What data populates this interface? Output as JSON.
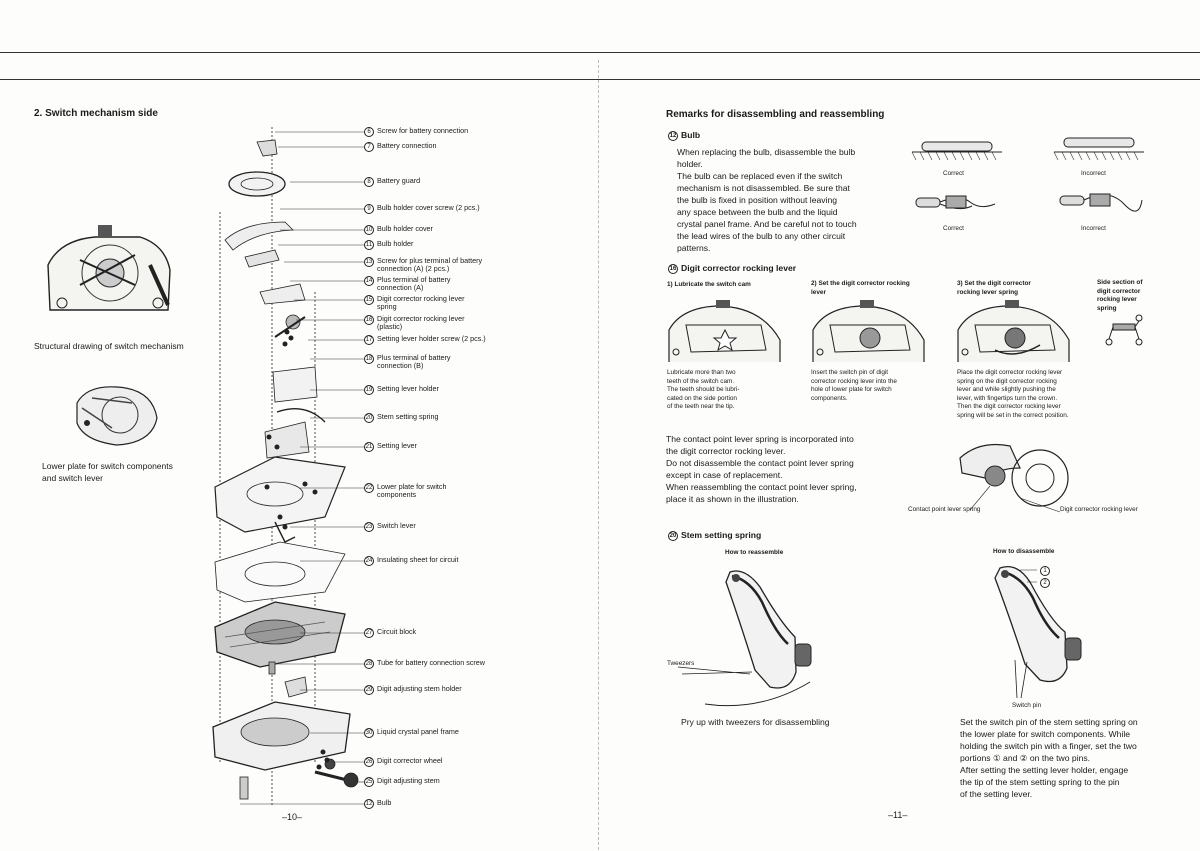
{
  "left_page": {
    "section_title": "2. Switch mechanism side",
    "structural_caption": "Structural drawing of switch mechanism",
    "lower_plate_caption": "Lower plate for switch components\nand switch lever",
    "page_number": "–10–",
    "callouts": [
      {
        "num": "6",
        "text": "Screw for battery connection"
      },
      {
        "num": "7",
        "text": "Battery connection"
      },
      {
        "num": "8",
        "text": "Battery guard"
      },
      {
        "num": "9",
        "text": "Bulb holder cover screw (2 pcs.)"
      },
      {
        "num": "10",
        "text": "Bulb holder cover"
      },
      {
        "num": "11",
        "text": "Bulb holder"
      },
      {
        "num": "13",
        "text": "Screw for plus terminal of battery\nconnection (A) (2 pcs.)"
      },
      {
        "num": "14",
        "text": "Plus terminal of battery\nconnection (A)"
      },
      {
        "num": "15",
        "text": "Digit corrector rocking lever\nspring"
      },
      {
        "num": "16",
        "text": "Digit corrector rocking lever\n(plastic)"
      },
      {
        "num": "17",
        "text": "Setting lever holder screw (2 pcs.)"
      },
      {
        "num": "18",
        "text": "Plus terminal of battery\nconnection (B)"
      },
      {
        "num": "19",
        "text": "Setting lever holder"
      },
      {
        "num": "20",
        "text": "Stem setting spring"
      },
      {
        "num": "21",
        "text": "Setting lever"
      },
      {
        "num": "22",
        "text": "Lower plate for switch\ncomponents"
      },
      {
        "num": "23",
        "text": "Switch lever"
      },
      {
        "num": "24",
        "text": "Insulating sheet for circuit"
      },
      {
        "num": "27",
        "text": "Circuit block"
      },
      {
        "num": "28",
        "text": "Tube for battery connection screw"
      },
      {
        "num": "29",
        "text": "Digit adjusting stem holder"
      },
      {
        "num": "30",
        "text": "Liquid crystal panel frame"
      },
      {
        "num": "26",
        "text": "Digit corrector wheel"
      },
      {
        "num": "25",
        "text": "Digit adjusting stem"
      },
      {
        "num": "12",
        "text": "Bulb"
      }
    ]
  },
  "right_page": {
    "title": "Remarks for disassembling and reassembling",
    "bulb": {
      "num": "12",
      "heading": "Bulb",
      "text": "When replacing the bulb, disassemble the bulb\nholder.\nThe bulb can be replaced even if the switch\nmechanism is not disassembled. Be sure that\nthe bulb is fixed in position without leaving\nany space between the bulb and the liquid\ncrystal panel frame. And be careful not to touch\nthe lead wires of the bulb to any other circuit\npatterns.",
      "correct_1": "Correct",
      "incorrect_1": "Incorrect",
      "correct_2": "Correct",
      "incorrect_2": "Incorrect"
    },
    "rocking": {
      "num": "16",
      "heading": "Digit corrector rocking lever",
      "step1_title": "1)  Lubricate the switch cam",
      "step1_text": "Lubricate more than two\nteeth of the switch cam.\nThe teeth should be lubri-\ncated on the side portion\nof the teeth near the tip.",
      "step2_title": "2)  Set the digit corrector rocking\n     lever",
      "step2_text": "Insert the switch pin of digit\ncorrector rocking lever into the\nhole of lower plate for switch\ncomponents.",
      "step3_title": "3)  Set the digit corrector\n     rocking lever spring",
      "step3_text": "Place the digit corrector rocking lever\nspring on the digit corrector rocking\nlever and while slightly pushing the\nlever, with fingertips turn the crown.\nThen the digit corrector rocking lever\nspring will be set in the correct position.",
      "side_section": "Side section of\ndigit corrector\nrocking lever\nspring",
      "contact_text": "The contact point lever spring is incorporated into\nthe digit corrector rocking lever.\nDo not disassemble the contact point lever spring\nexcept in case of replacement.\nWhen reassembling the contact point lever spring,\nplace it as shown in the illustration.",
      "contact_label": "Contact point lever spring",
      "rocking_label": "Digit corrector rocking lever"
    },
    "stem": {
      "num": "20",
      "heading": "Stem setting spring",
      "reassemble_title": "How to reassemble",
      "disassemble_title": "How to disassemble",
      "tweezers_label": "Tweezers",
      "switch_pin_label": "Switch pin",
      "pin1": "1",
      "pin2": "2",
      "pry_text": "Pry up with tweezers for disassembling",
      "set_text": "Set the switch pin of the stem setting spring on\nthe lower plate for switch components. While\nholding the switch pin with a finger, set the two\nportions ① and ② on the two pins.\nAfter setting the setting lever holder, engage\nthe tip of the stem setting spring to the pin\nof the setting lever."
    },
    "page_number": "–11–"
  }
}
